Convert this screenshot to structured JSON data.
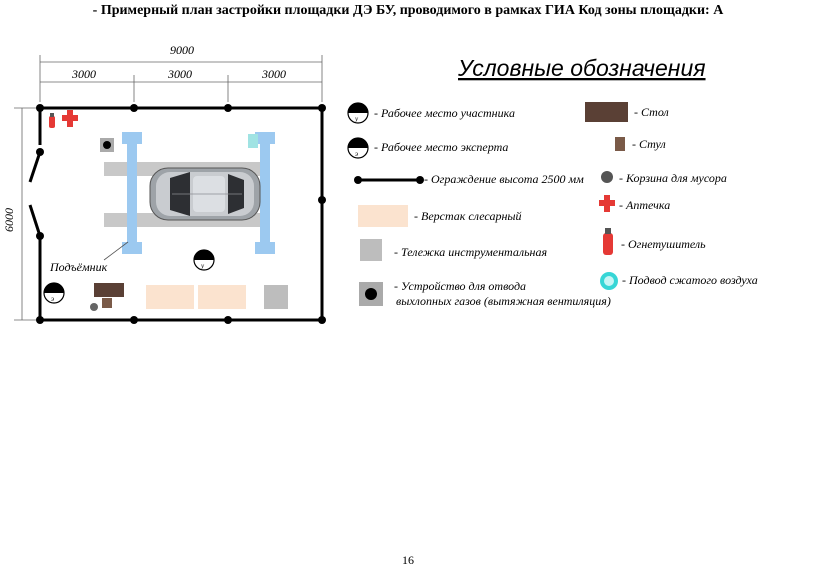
{
  "document": {
    "title": "- Примерный план застройки площадки ДЭ БУ, проводимого в рамках ГИА Код зоны площадки: А",
    "page_number": "16"
  },
  "plan": {
    "dim_total": "9000",
    "dim_seg1": "3000",
    "dim_seg2": "3000",
    "dim_seg3": "3000",
    "dim_height": "6000",
    "lift_label": "Подъёмник",
    "participant_marker": "у",
    "expert_marker": "э"
  },
  "legend": {
    "title": "Условные обозначения",
    "participant_workplace": "- Рабочее место участника",
    "expert_workplace": "- Рабочее место эксперта",
    "fence": "- Ограждение высота 2500 мм",
    "workbench": "- Верстак слесарный",
    "tool_cart": "- Тележка инструментальная",
    "exhaust_line1": "- Устройство для отвода",
    "exhaust_line2": "выхлопных газов (вытяжная вентиляция)",
    "table": "- Стол",
    "chair": "- Стул",
    "trash": "- Корзина для мусора",
    "first_aid": "- Аптечка",
    "extinguisher": "- Огнетушитель",
    "air": "- Подвод сжатого воздуха"
  },
  "colors": {
    "lift_blue": "#9cc9f0",
    "workbench": "#fbe3cf",
    "cart": "#bdbdbd",
    "table": "#5a4035",
    "chair": "#7a5a48",
    "red": "#e53935",
    "air": "#36d6d6"
  }
}
